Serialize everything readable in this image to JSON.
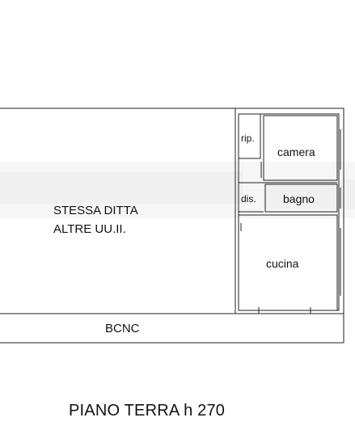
{
  "plan": {
    "adjacent_area": {
      "line1": "STESSA DITTA",
      "line2": "ALTRE UU.II."
    },
    "rooms": {
      "rip": "rip.",
      "camera": "camera",
      "dis": "dis.",
      "bagno": "bagno",
      "cucina": "cucina"
    },
    "common_area": "BCNC",
    "title": "PIANO TERRA  h 270"
  },
  "colors": {
    "wall": "#222222",
    "smudge": "#e9e9e9"
  }
}
